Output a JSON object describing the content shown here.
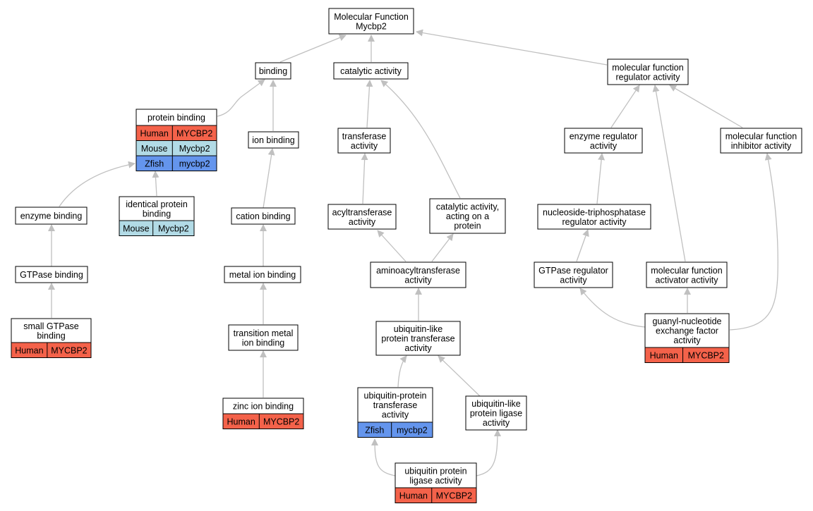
{
  "colors": {
    "human": "#f4624a",
    "mouse": "#b2dbe6",
    "zfish": "#6495ed",
    "edge": "#c0c0c0",
    "border": "#000000"
  },
  "nodes": {
    "mf": {
      "lines": [
        "Molecular Function",
        "Mycbp2"
      ]
    },
    "binding": {
      "lines": [
        "binding"
      ]
    },
    "catalytic": {
      "lines": [
        "catalytic activity"
      ]
    },
    "mfreg": {
      "lines": [
        "molecular function",
        "regulator activity"
      ]
    },
    "protbind": {
      "lines": [
        "protein binding"
      ],
      "tags": [
        [
          "Human",
          "MYCBP2"
        ],
        [
          "Mouse",
          "Mycbp2"
        ],
        [
          "Zfish",
          "mycbp2"
        ]
      ]
    },
    "ionbind": {
      "lines": [
        "ion binding"
      ]
    },
    "transferase": {
      "lines": [
        "transferase",
        "activity"
      ]
    },
    "enzreg": {
      "lines": [
        "enzyme regulator",
        "activity"
      ]
    },
    "mfinhib": {
      "lines": [
        "molecular function",
        "inhibitor activity"
      ]
    },
    "enzbind": {
      "lines": [
        "enzyme binding"
      ]
    },
    "identprot": {
      "lines": [
        "identical protein",
        "binding"
      ],
      "tags": [
        [
          "Mouse",
          "Mycbp2"
        ]
      ]
    },
    "cationbind": {
      "lines": [
        "cation binding"
      ]
    },
    "acyltrans": {
      "lines": [
        "acyltransferase",
        "activity"
      ]
    },
    "catprot": {
      "lines": [
        "catalytic activity,",
        "acting on a",
        "protein"
      ]
    },
    "ntpreg": {
      "lines": [
        "nucleoside-triphosphatase",
        "regulator activity"
      ]
    },
    "gtpbind": {
      "lines": [
        "GTPase binding"
      ]
    },
    "metalion": {
      "lines": [
        "metal ion binding"
      ]
    },
    "aminoacyl": {
      "lines": [
        "aminoacyltransferase",
        "activity"
      ]
    },
    "gtpreg": {
      "lines": [
        "GTPase regulator",
        "activity"
      ]
    },
    "mfact": {
      "lines": [
        "molecular function",
        "activator activity"
      ]
    },
    "smallgtp": {
      "lines": [
        "small GTPase",
        "binding"
      ],
      "tags": [
        [
          "Human",
          "MYCBP2"
        ]
      ]
    },
    "transmetal": {
      "lines": [
        "transition metal",
        "ion binding"
      ]
    },
    "ublike": {
      "lines": [
        "ubiquitin-like",
        "protein transferase",
        "activity"
      ]
    },
    "guanyl": {
      "lines": [
        "guanyl-nucleotide",
        "exchange factor",
        "activity"
      ],
      "tags": [
        [
          "Human",
          "MYCBP2"
        ]
      ]
    },
    "zinc": {
      "lines": [
        "zinc ion binding"
      ],
      "tags": [
        [
          "Human",
          "MYCBP2"
        ]
      ]
    },
    "ubprot": {
      "lines": [
        "ubiquitin-protein",
        "transferase",
        "activity"
      ],
      "tags": [
        [
          "Zfish",
          "mycbp2"
        ]
      ]
    },
    "ubligase": {
      "lines": [
        "ubiquitin-like",
        "protein ligase",
        "activity"
      ]
    },
    "ubprotlig": {
      "lines": [
        "ubiquitin protein",
        "ligase activity"
      ],
      "tags": [
        [
          "Human",
          "MYCBP2"
        ]
      ]
    }
  }
}
